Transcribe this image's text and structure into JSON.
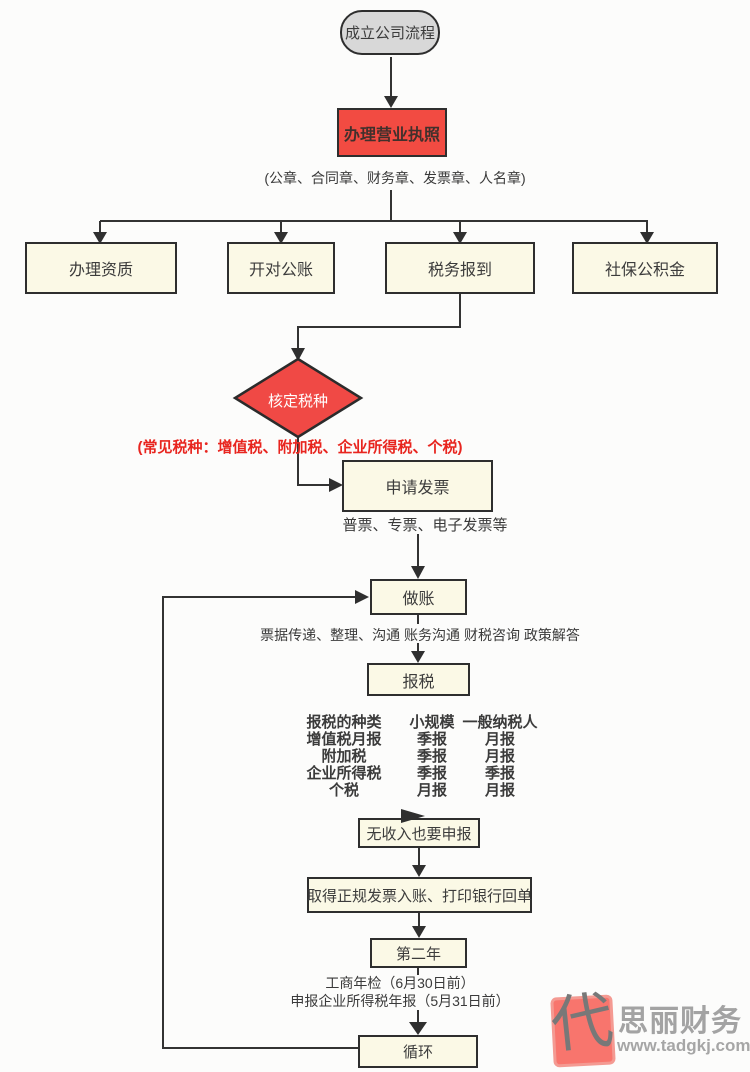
{
  "flow": {
    "start": "成立公司流程",
    "license": "办理营业执照",
    "seals_note": "(公章、合同章、财务章、发票章、人名章)",
    "branches": [
      "办理资质",
      "开对公账",
      "税务报到",
      "社保公积金"
    ],
    "decision": "核定税种",
    "tax_types_note": "(常见税种：增值税、附加税、企业所得税、个税)",
    "invoice": "申请发票",
    "invoice_note": "普票、专票、电子发票等",
    "bookkeeping": "做账",
    "bookkeeping_note": "票据传递、整理、沟通 账务沟通 财税咨询 政策解答",
    "tax_filing": "报税",
    "no_income": "无收入也要申报",
    "receipts": "取得正规发票入账、打印银行回单",
    "second_year": "第二年",
    "annual_check_note": "工商年检（6月30日前）",
    "annual_report_note": "申报企业所得税年报（5月31日前）",
    "loop": "循环"
  },
  "tax_table": {
    "headers": [
      "报税的种类",
      "小规模",
      "一般纳税人"
    ],
    "rows": [
      [
        "增值税月报",
        "季报",
        "月报"
      ],
      [
        "附加税",
        "季报",
        "月报"
      ],
      [
        "企业所得税",
        "季报",
        "季报"
      ],
      [
        "个税",
        "月报",
        "月报"
      ]
    ]
  },
  "logo": {
    "seal_character": "代",
    "brand": "思丽财务",
    "website": "www.tadgkj.com"
  },
  "colors": {
    "highlight_red": "#f24b42",
    "node_fill": "#fbf9e6",
    "node_border": "#2e2e2e",
    "warning_text_red": "#e8251f",
    "logo_red": "#f8756d"
  }
}
